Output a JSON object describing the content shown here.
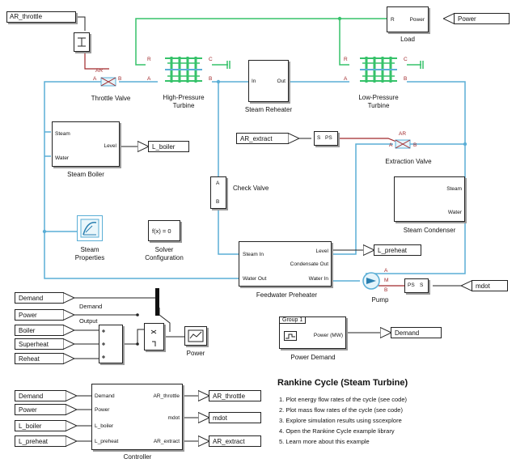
{
  "goto_tags": {
    "ar_throttle": "AR_throttle",
    "power": "Power",
    "l_boiler": "L_boiler",
    "ar_extract": "AR_extract",
    "l_preheat": "L_preheat",
    "mdot": "mdot",
    "demand": "Demand",
    "ctrl_ar_throttle": "AR_throttle",
    "ctrl_mdot": "mdot",
    "ctrl_ar_extract": "AR_extract"
  },
  "from_tags": {
    "demand": "Demand",
    "power": "Power",
    "boiler": "Boiler",
    "superheat": "Superheat",
    "reheat": "Reheat",
    "c_demand": "Demand",
    "c_power": "Power",
    "c_l_boiler": "L_boiler",
    "c_l_preheat": "L_preheat"
  },
  "blocks": {
    "throttle_valve": {
      "label": "Throttle Valve",
      "port_ab": "AR",
      "port_a": "A",
      "port_b": "B"
    },
    "hp_turbine": {
      "label1": "High-Pressure",
      "label2": "Turbine",
      "r": "R",
      "c": "C",
      "a": "A",
      "b": "B"
    },
    "steam_reheater": {
      "label": "Steam Reheater",
      "in": "In",
      "out": "Out"
    },
    "lp_turbine": {
      "label1": "Low-Pressure",
      "label2": "Turbine",
      "r": "R",
      "c": "C",
      "a": "A",
      "b": "B"
    },
    "load": {
      "label": "Load",
      "r": "R",
      "power": "Power"
    },
    "steam_boiler": {
      "label": "Steam Boiler",
      "steam": "Steam",
      "level": "Level",
      "water": "Water"
    },
    "extraction_valve": {
      "label": "Extraction Valve",
      "port_ab": "AR",
      "port_a": "A",
      "port_b": "B"
    },
    "s_ps": {
      "s": "S",
      "ps": "PS"
    },
    "check_valve": {
      "label": "Check Valve",
      "a": "A",
      "b": "B"
    },
    "steam_condenser": {
      "label": "Steam Condenser",
      "steam": "Steam",
      "water": "Water"
    },
    "steam_properties": {
      "label1": "Steam",
      "label2": "Properties"
    },
    "solver": {
      "text": "f(x) = 0",
      "label1": "Solver",
      "label2": "Configuration"
    },
    "feedwater": {
      "label": "Feedwater Preheater",
      "steam_in": "Steam In",
      "level": "Level",
      "condensate_out": "Condensate Out",
      "water_out": "Water Out",
      "water_in": "Water In"
    },
    "pump": {
      "label": "Pump",
      "a": "A",
      "b": "B",
      "m": "M"
    },
    "ps_s": {
      "ps": "PS",
      "s": "S"
    },
    "power_scope": {
      "label": "Power",
      "demand_sig": "Demand",
      "output_sig": "Output"
    },
    "power_demand": {
      "label": "Power Demand",
      "group": "Group 1",
      "signal": "Power (MW)"
    },
    "controller": {
      "label": "Controller",
      "in_demand": "Demand",
      "in_power": "Power",
      "in_l_boiler": "L_boiler",
      "in_l_preheat": "L_preheat",
      "out_ar_throttle": "AR_throttle",
      "out_mdot": "mdot",
      "out_ar_extract": "AR_extract"
    }
  },
  "info": {
    "title": "Rankine Cycle (Steam Turbine)",
    "items": [
      "1. Plot energy flow rates of the cycle (see code)",
      "2. Plot mass flow rates of the cycle (see code)",
      "3. Explore simulation results using sscexplore",
      "4. Open the Rankine Cycle example library",
      "5. Learn more about this example"
    ]
  },
  "colors": {
    "fluid_line": "#5aaed6",
    "mech_line": "#36c26a",
    "phys_signal": "#a0282b"
  }
}
